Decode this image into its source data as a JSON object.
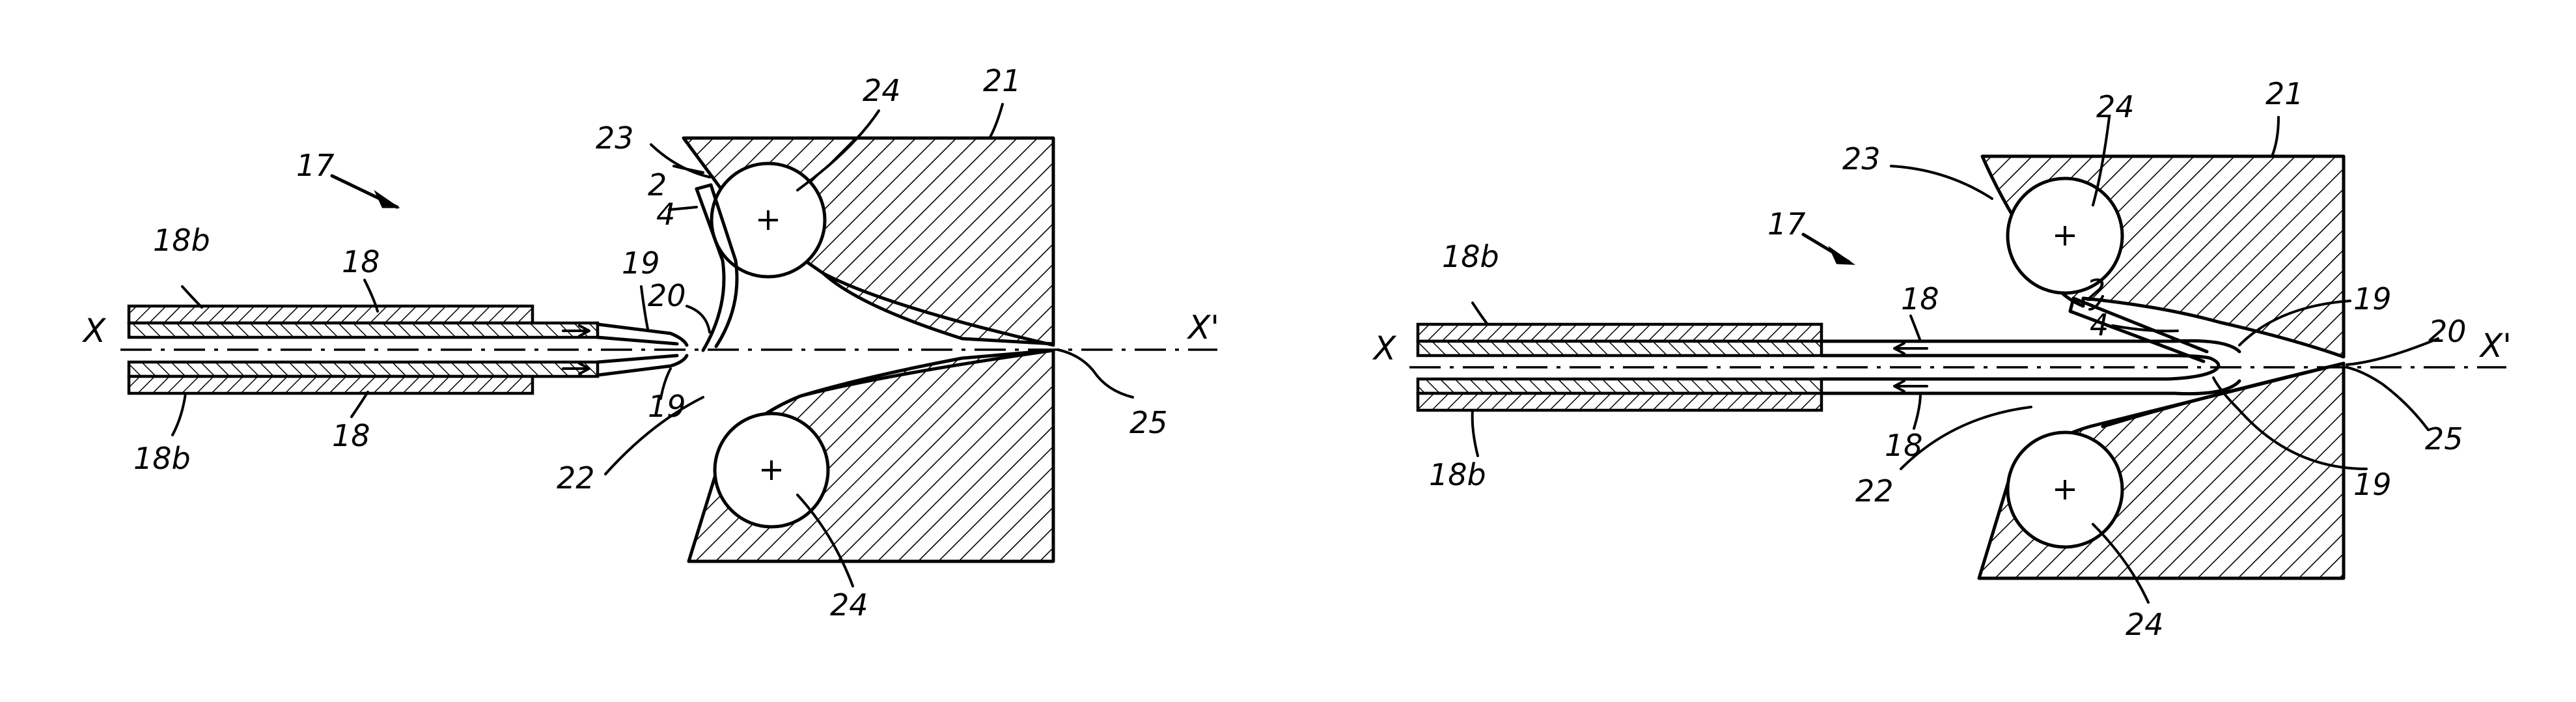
{
  "figure_left": {
    "labels": {
      "ref_17": "17",
      "ref_18b_top": "18b",
      "ref_18_top": "18",
      "ref_18_bottom": "18",
      "ref_18b_bottom": "18b",
      "ref_x": "X",
      "ref_x_prime": "X'",
      "ref_19_top": "19",
      "ref_19_bottom": "19",
      "ref_20": "20",
      "ref_2": "2",
      "ref_4": "4",
      "ref_23": "23",
      "ref_24_top": "24",
      "ref_24_bottom": "24",
      "ref_21": "21",
      "ref_22": "22",
      "ref_25": "25"
    }
  },
  "figure_right": {
    "labels": {
      "ref_17": "17",
      "ref_18b_top": "18b",
      "ref_18_top": "18",
      "ref_18_bottom": "18",
      "ref_18b_bottom": "18b",
      "ref_x": "X",
      "ref_x_prime": "X'",
      "ref_19_top": "19",
      "ref_19_bottom": "19",
      "ref_20": "20",
      "ref_2": "2",
      "ref_4": "4",
      "ref_23": "23",
      "ref_24_top": "24",
      "ref_24_bottom": "24",
      "ref_21": "21",
      "ref_22": "22",
      "ref_25": "25"
    }
  }
}
